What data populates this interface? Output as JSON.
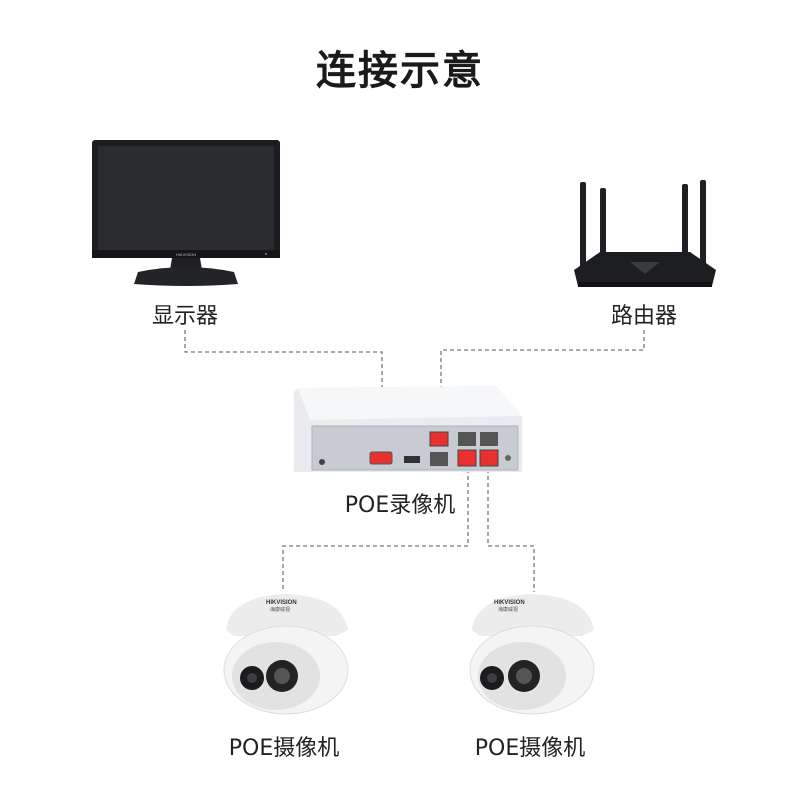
{
  "title": "连接示意",
  "devices": {
    "monitor": {
      "label": "显示器",
      "brand": "HIKVISION"
    },
    "router": {
      "label": "路由器"
    },
    "nvr": {
      "label": "POE录像机"
    },
    "camera_left": {
      "label": "POE摄像机",
      "brand": "HIKVISION",
      "brand_sub": "海康威视"
    },
    "camera_right": {
      "label": "POE摄像机",
      "brand": "HIKVISION",
      "brand_sub": "海康威视"
    }
  },
  "colors": {
    "wire": "#777777",
    "port_highlight": "#e8312f",
    "nvr_body": "#e9ebee",
    "device_dark": "#1d1e21"
  }
}
